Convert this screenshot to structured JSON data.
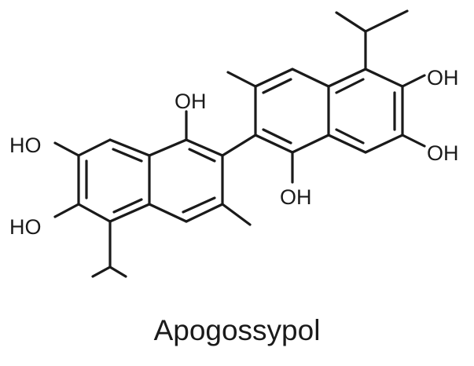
{
  "molecule_name": "Apogossypol",
  "atom_labels": {
    "oh_top_left": "OH",
    "ho_left_upper": "HO",
    "ho_left_lower": "HO",
    "oh_bottom_right_ring": "OH",
    "oh_right_upper": "OH",
    "oh_right_lower": "OH"
  },
  "colors": {
    "ink": "#1a1a1a",
    "background": "#ffffff"
  }
}
